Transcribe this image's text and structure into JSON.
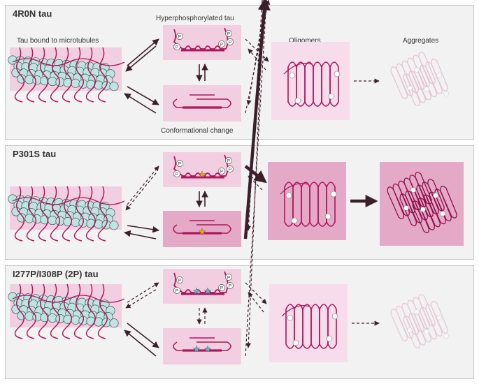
{
  "panels": [
    {
      "title": "4R0N tau",
      "labels": {
        "microtubule": "Tau bound to microtubules",
        "hyper": "Hyperphosphorylated tau",
        "conform": "Conformational change",
        "oligomers": "Oligomers",
        "aggregates": "Aggregates"
      },
      "mutation_marker": "none"
    },
    {
      "title": "P301S tau",
      "mutation_marker": "orange-star"
    },
    {
      "title": "I277P/I308P (2P) tau",
      "mutation_marker": "blue-stars"
    }
  ],
  "phospho_symbol": "P",
  "colors": {
    "tau": "#b0155e",
    "box": "#f2cfe0",
    "box_strong": "#e4a9c7",
    "microtubule": "#bfe3e0",
    "arrow": "#3b1f2b",
    "orange": "#f0a020",
    "blue": "#4fb3e6"
  }
}
